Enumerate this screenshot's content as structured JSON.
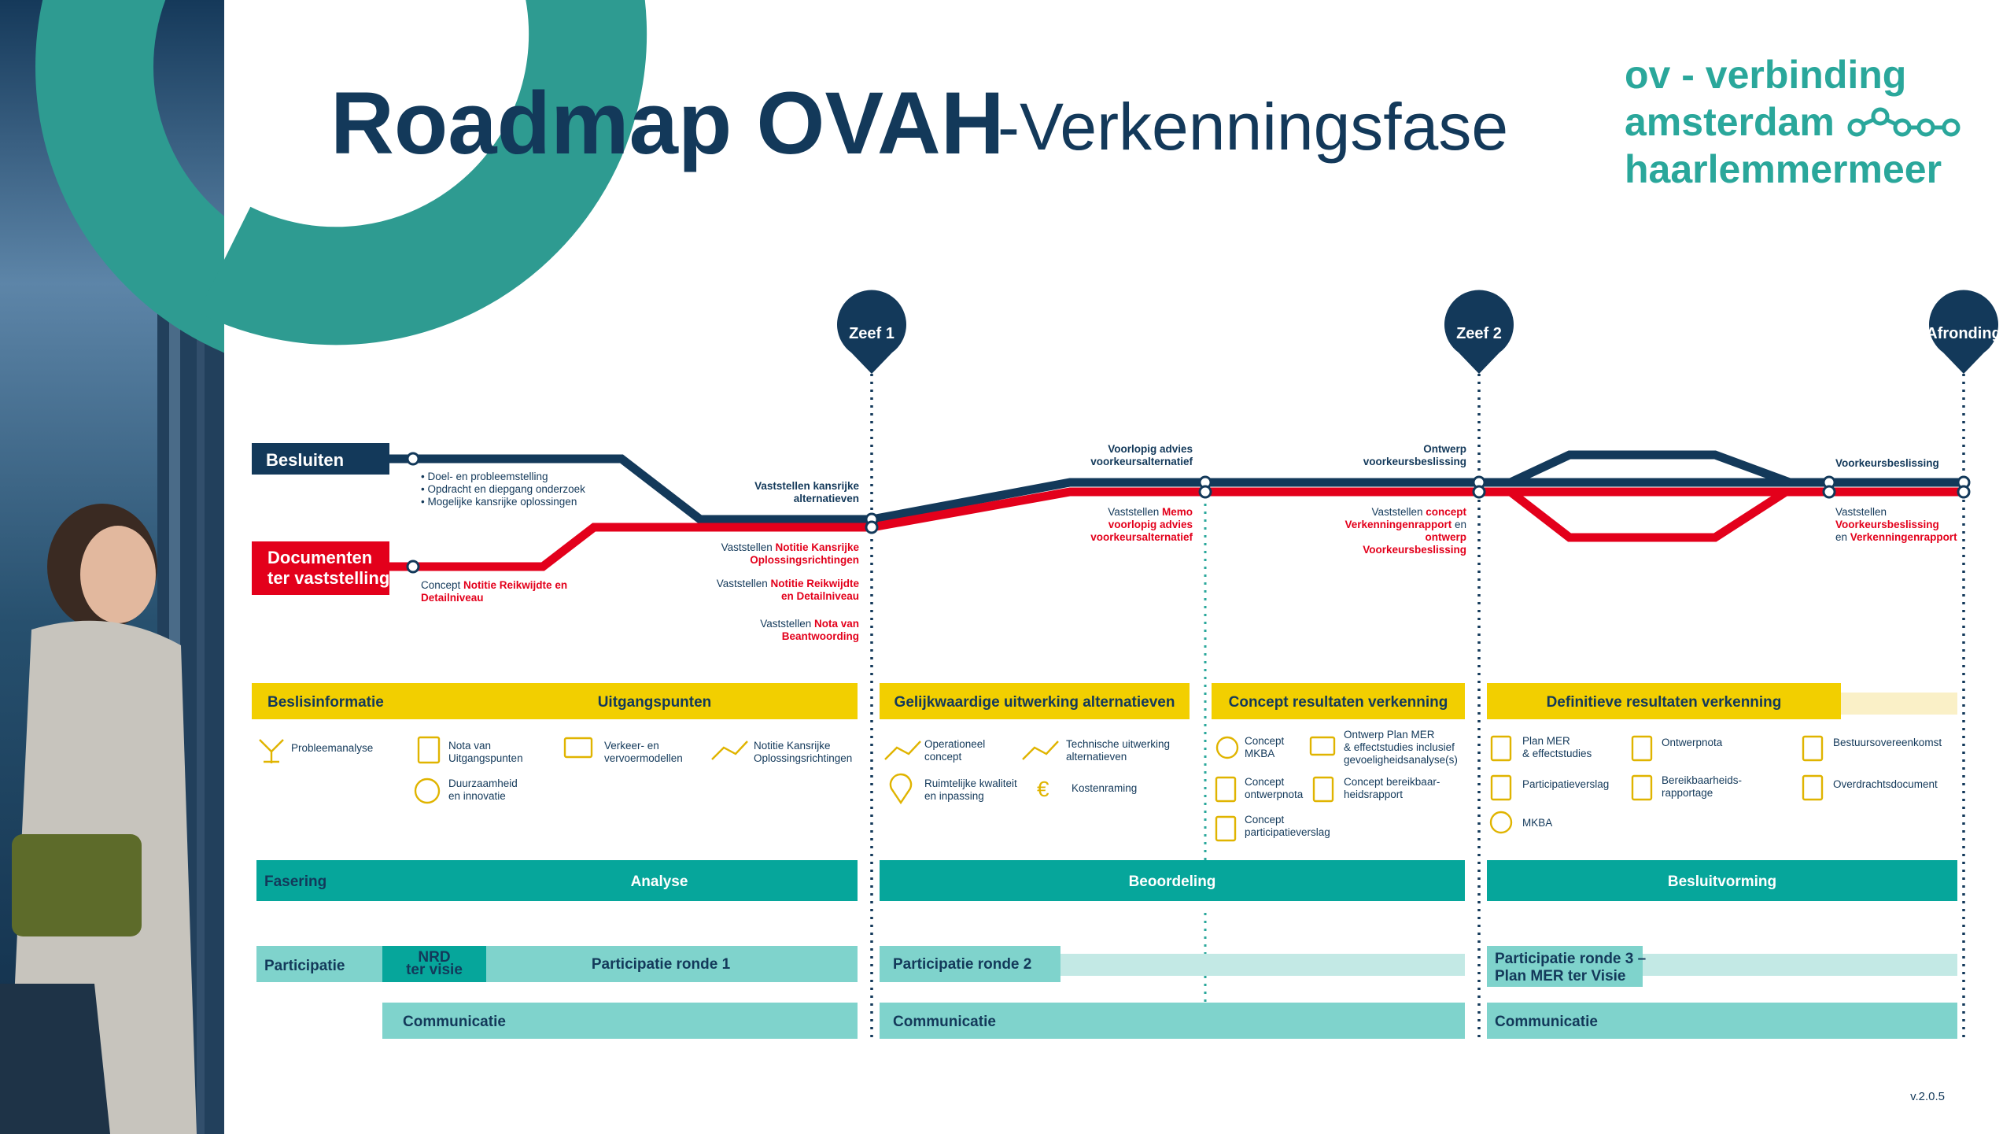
{
  "header": {
    "title_bold": "Roadmap OVAH",
    "title_light": "-Verkenningsfase"
  },
  "logo": {
    "line1": "ov - verbinding",
    "line2": "amsterdam",
    "line3": "haarlemmermeer"
  },
  "gates": {
    "zeef1": "Zeef 1",
    "zeef2": "Zeef 2",
    "afronding": "Afronding"
  },
  "rows": {
    "besluiten": "Besluiten",
    "documenten_1": "Documenten",
    "documenten_2": "ter vaststelling"
  },
  "besluiten_bullets": [
    "• Doel- en probleemstelling",
    "• Opdracht en diepgang onderzoek",
    "• Mogelijke kansrijke oplossingen"
  ],
  "doc_concept": {
    "prefix": "Concept ",
    "red1": "Notitie Reikwijdte en",
    "red2": "Detailniveau"
  },
  "zeef1_labels": {
    "besluit_1": "Vaststellen kansrijke",
    "besluit_2": "alternatieven",
    "doc1_prefix": "Vaststellen ",
    "doc1_red1": "Notitie Kansrijke",
    "doc1_red2": "Oplossingsrichtingen",
    "doc2_prefix": "Vaststellen ",
    "doc2_red1": "Notitie Reikwijdte",
    "doc2_red2": "en Detailniveau",
    "doc3_prefix": "Vaststellen ",
    "doc3_red1": "Nota van",
    "doc3_red2": "Beantwoording"
  },
  "mid_labels": {
    "besluit_1": "Voorlopig advies",
    "besluit_2": "voorkeursalternatief",
    "doc_prefix": "Vaststellen ",
    "doc_red1": "Memo",
    "doc_red2": "voorlopig advies",
    "doc_red3": "voorkeursalternatief"
  },
  "zeef2_labels": {
    "besluit_1": "Ontwerp",
    "besluit_2": "voorkeursbeslissing",
    "doc_prefix": "Vaststellen ",
    "doc_red1": "concept",
    "doc_red2": "Verkenningenrapport",
    "doc_mid": " en",
    "doc_red3": "ontwerp",
    "doc_red4": "Voorkeursbeslissing"
  },
  "end_labels": {
    "besluit": "Voorkeursbeslissing",
    "doc_1": "Vaststellen",
    "doc_red1": "Voorkeursbeslissing",
    "doc_mid": "en ",
    "doc_red2": "Verkenningenrapport"
  },
  "beslisinfo": {
    "label": "Beslisinformatie",
    "b1": "Uitgangspunten",
    "b2": "Gelijkwaardige uitwerking alternatieven",
    "b3": "Concept resultaten verkenning",
    "b4": "Definitieve resultaten verkenning"
  },
  "items": {
    "probleemanalyse": "Probleemanalyse",
    "nota_1": "Nota van",
    "nota_2": "Uitgangspunten",
    "verkeer_1": "Verkeer- en",
    "verkeer_2": "vervoermodellen",
    "notitie_1": "Notitie Kansrijke",
    "notitie_2": "Oplossingsrichtingen",
    "duurzaam_1": "Duurzaamheid",
    "duurzaam_2": "en innovatie",
    "operationeel_1": "Operationeel",
    "operationeel_2": "concept",
    "technische_1": "Technische uitwerking",
    "technische_2": "alternatieven",
    "ruimtelijk_1": "Ruimtelijke kwaliteit",
    "ruimtelijk_2": "en inpassing",
    "kosten": "Kostenraming",
    "mkba_c_1": "Concept",
    "mkba_c_2": "MKBA",
    "planmer_1": "Ontwerp Plan MER",
    "planmer_2": "& effectstudies inclusief",
    "planmer_3": "gevoeligheidsanalyse(s)",
    "ontwerpnota_c_1": "Concept",
    "ontwerpnota_c_2": "ontwerpnota",
    "bereik_c_1": "Concept bereikbaar-",
    "bereik_c_2": "heidsrapport",
    "partic_c_1": "Concept",
    "partic_c_2": "participatieverslag",
    "planmer_d_1": "Plan MER",
    "planmer_d_2": "& effectstudies",
    "ontwerpnota": "Ontwerpnota",
    "bestuurs": "Bestuursovereenkomst",
    "participatieverslag": "Participatieverslag",
    "bereik_1": "Bereikbaarheids-",
    "bereik_2": "rapportage",
    "overdracht": "Overdrachtsdocument",
    "mkba": "MKBA"
  },
  "fasering": {
    "label": "Fasering",
    "p1": "Analyse",
    "p2": "Beoordeling",
    "p3": "Besluitvorming"
  },
  "participatie": {
    "label": "Participatie",
    "nrd_1": "NRD",
    "nrd_2": "ter visie",
    "r1": "Participatie ronde 1",
    "r2": "Participatie ronde 2",
    "r3_1": "Participatie ronde 3 –",
    "r3_2": "Plan MER ter Visie"
  },
  "communicatie": {
    "c1": "Communicatie",
    "c2": "Communicatie",
    "c3": "Communicatie"
  },
  "version": "v.2.0.5",
  "colors": {
    "navy": "#13395a",
    "red": "#e3001b",
    "teal": "#06a69b",
    "teal_light": "#7fd3cc",
    "teal_pale": "#c3e9e5",
    "yellow": "#f2cf00",
    "yellow_pale": "#faf0c7"
  }
}
